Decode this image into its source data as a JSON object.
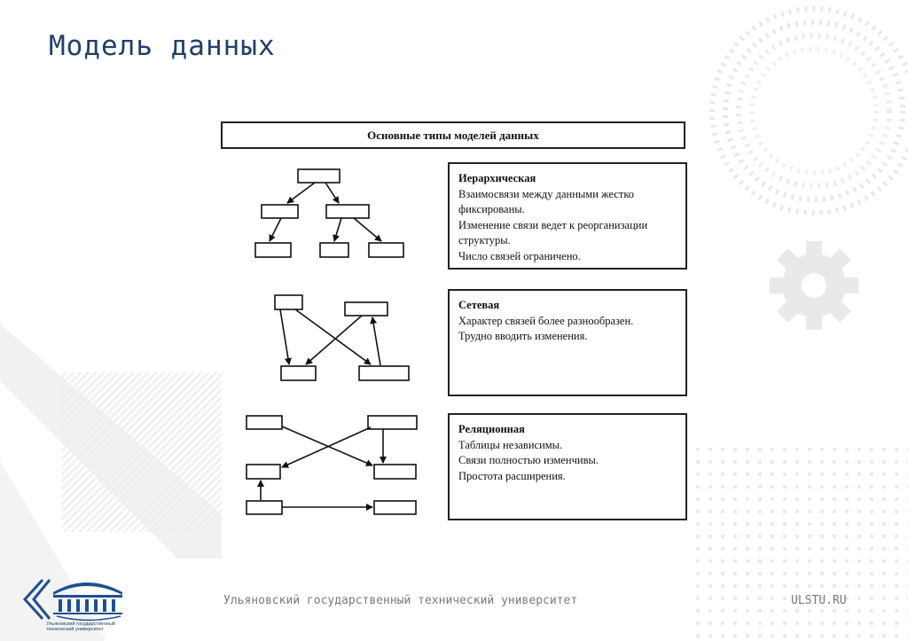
{
  "slide": {
    "title": "Модель данных",
    "footer_university": "Ульяновский государственный технический университет",
    "footer_site": "ULSTU.RU",
    "logo_caption": "Ульяновский государственный технический университет"
  },
  "diagram": {
    "header": "Основные типы моделей данных",
    "models": [
      {
        "title": "Иерархическая",
        "lines": [
          "Взаимосвязи между данными жестко",
          "фиксированы.",
          "Изменение связи ведет к реорганизации",
          "структуры.",
          "Число связей ограничено."
        ]
      },
      {
        "title": "Сетевая",
        "lines": [
          "Характер связей более разнообразен.",
          "Трудно вводить изменения."
        ]
      },
      {
        "title": "Реляционная",
        "lines": [
          "Таблицы независимы.",
          "Связи полностью изменчивы.",
          "Простота расширения."
        ]
      }
    ]
  },
  "colors": {
    "title": "#1f3f6b",
    "decoration": "#e6e6e6",
    "logo": "#1f4f8f"
  }
}
